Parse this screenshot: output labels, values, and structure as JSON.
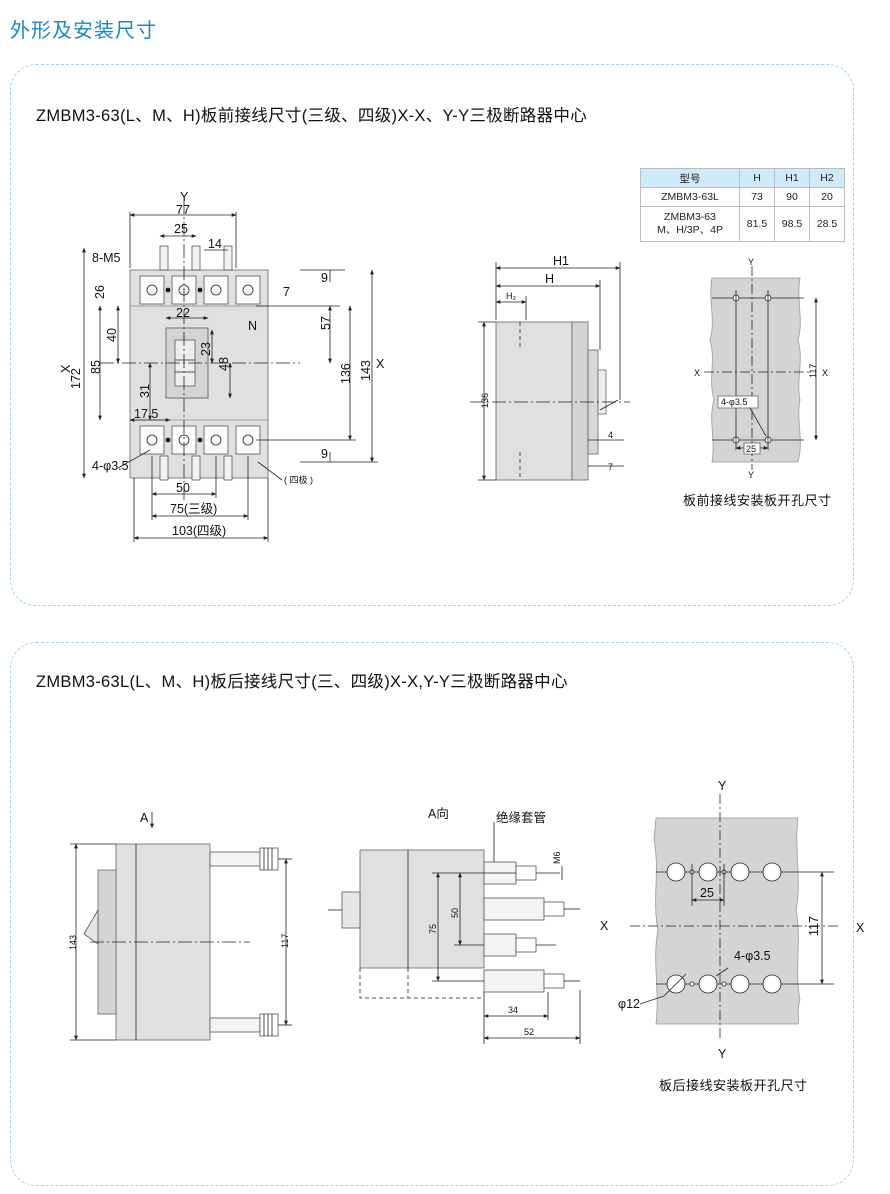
{
  "page_title": "外形及安装尺寸",
  "colors": {
    "accent": "#1a88c9",
    "panel_border": "#9fd2ee",
    "body_gray": "#e0e0e0",
    "panel_gray": "#d0d0d0"
  },
  "section1": {
    "title": "ZMBM3-63(L、M、H)板前接线尺寸(三级、四级)X-X、Y-Y三极断路器中心",
    "front": {
      "Y": "Y",
      "X": "X",
      "N": "N",
      "w77": "77",
      "w25": "25",
      "w14": "14",
      "m5": "8-M5",
      "d9a": "9",
      "d7": "7",
      "d26": "26",
      "d22": "22",
      "d57": "57",
      "d40": "40",
      "d23": "23",
      "d48": "48",
      "d85": "85",
      "d136": "136",
      "d143": "143",
      "d172": "172",
      "d31": "31",
      "d175": "17.5",
      "d9b": "9",
      "hole": "4-φ3.5",
      "d50": "50",
      "d75": "75(三级)",
      "d103": "103(四级)",
      "four": "( 四极 )"
    },
    "side": {
      "H1": "H1",
      "H": "H",
      "H2": "H₂",
      "d136": "136",
      "d4": "4",
      "d7": "7"
    },
    "table": {
      "headers": [
        "型号",
        "H",
        "H1",
        "H2"
      ],
      "rows": [
        {
          "model": "ZMBM3-63L",
          "h": "73",
          "h1": "90",
          "h2": "20"
        },
        {
          "model_l1": "ZMBM3-63",
          "model_l2": "M、H/3P、4P",
          "h": "81.5",
          "h1": "98.5",
          "h2": "28.5"
        }
      ]
    },
    "panel": {
      "Y": "Y",
      "X": "X",
      "d117": "117",
      "hole": "4-φ3.5",
      "d25": "25",
      "caption": "板前接线安装板开孔尺寸"
    }
  },
  "section2": {
    "title": "ZMBM3-63L(L、M、H)板后接线尺寸(三、四级)X-X,Y-Y三极断路器中心",
    "side": {
      "A": "A",
      "d143": "143",
      "d117": "117"
    },
    "view": {
      "title": "A向",
      "sleeve": "绝缘套管",
      "m6": "M6",
      "d75": "75",
      "d50": "50",
      "d34": "34",
      "d52": "52"
    },
    "panel": {
      "Y": "Y",
      "X": "X",
      "d25": "25",
      "d117": "117",
      "hole": "4-φ3.5",
      "phi12": "φ12",
      "caption": "板后接线安装板开孔尺寸"
    }
  }
}
